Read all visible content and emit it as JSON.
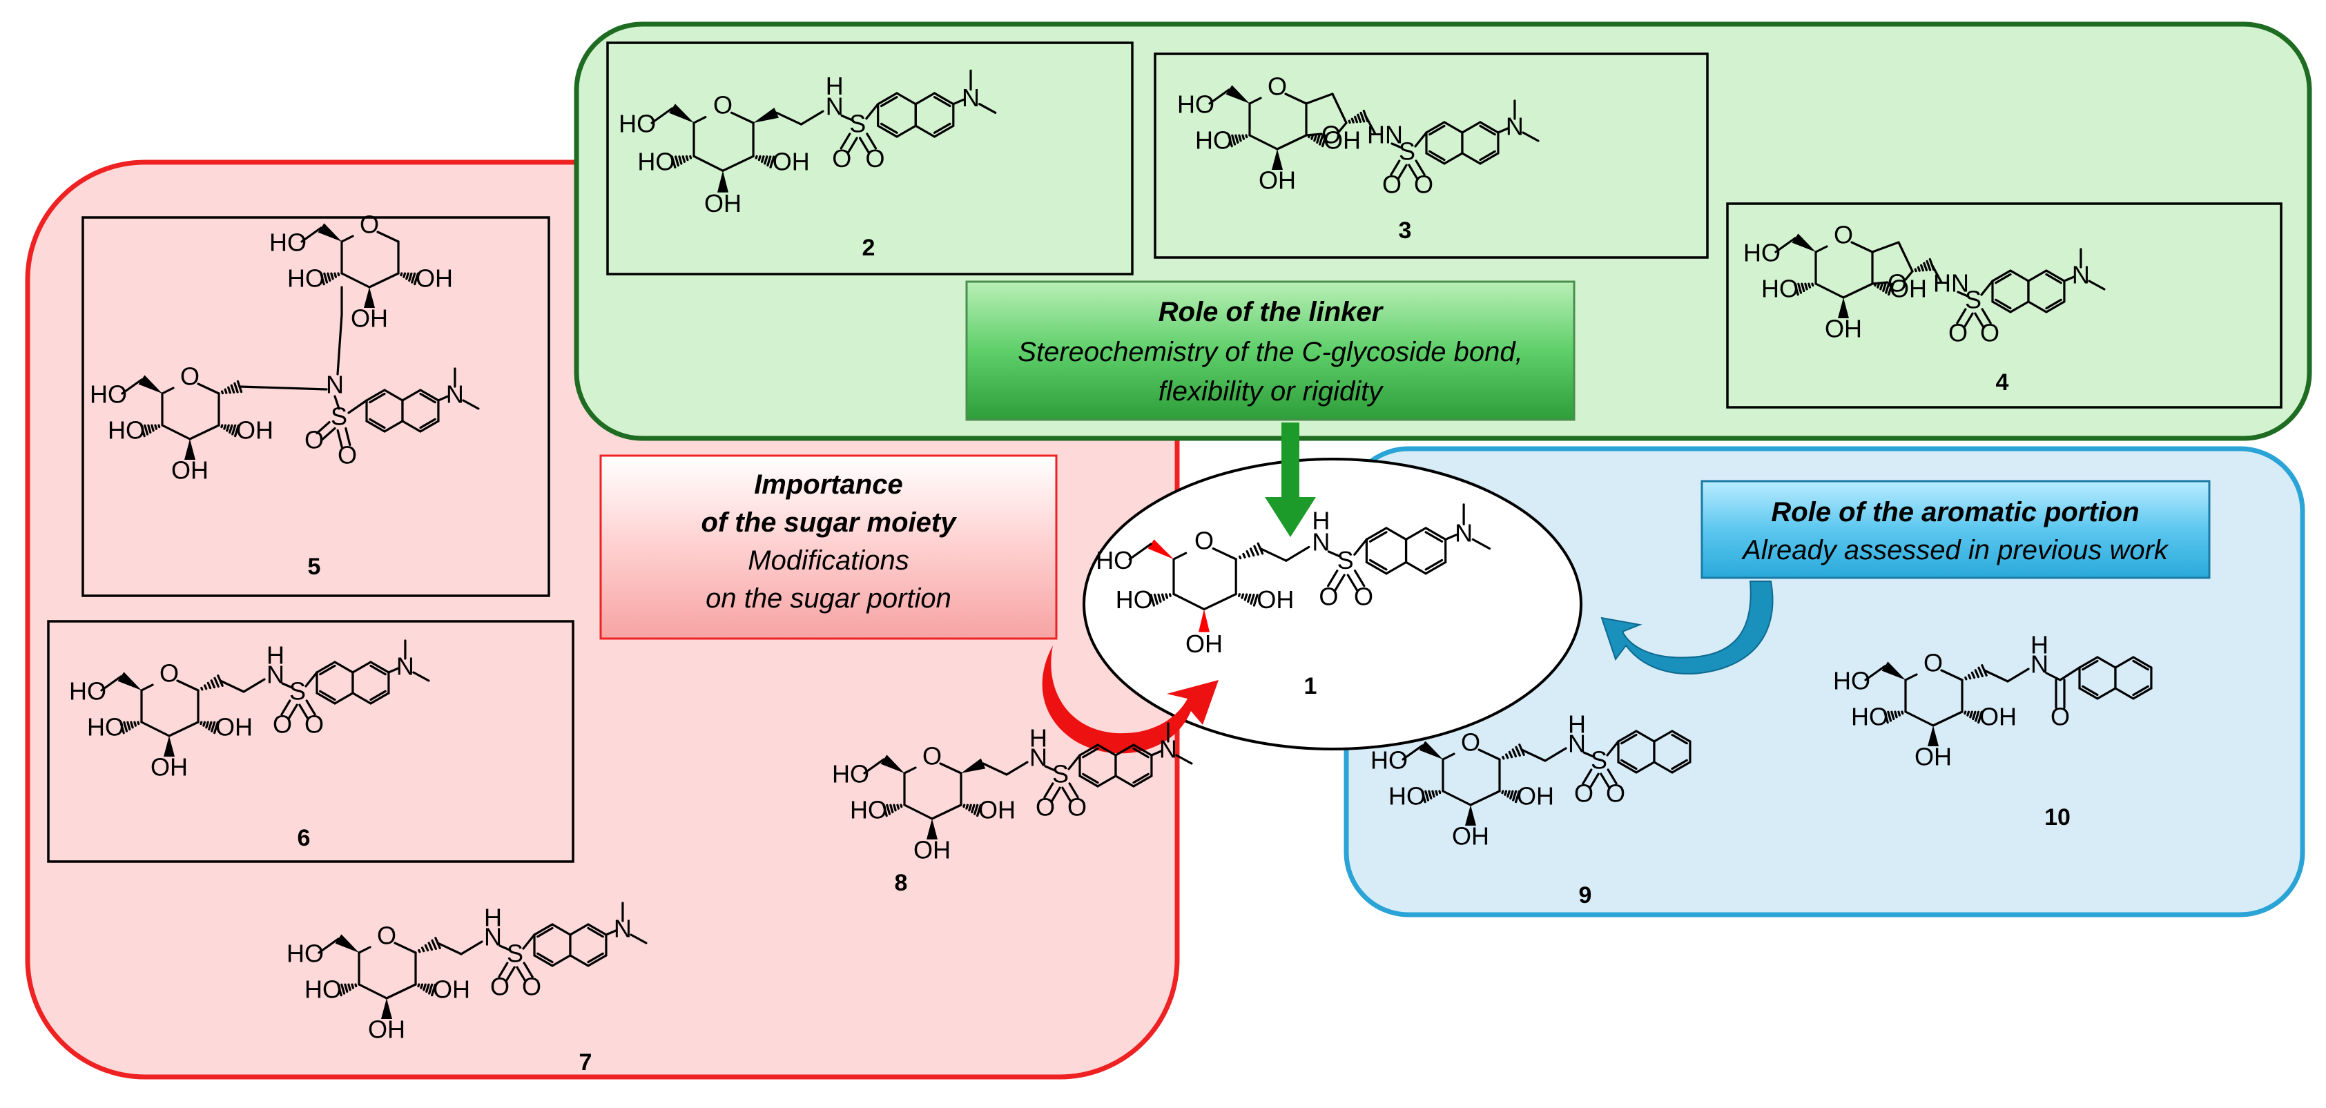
{
  "colors": {
    "green_panel": "#d3f2cf",
    "green_border": "#1e6b22",
    "red_panel": "#fdd9d9",
    "red_border": "#ee2222",
    "blue_panel": "#d8ecf8",
    "blue_border": "#2aa3d6",
    "sugar_red": "#ff0000",
    "aromatic_blue": "#0000ff"
  },
  "linker_box": {
    "title": "Role of the linker",
    "line1": "Stereochemistry of the C-glycoside bond,",
    "line2": "flexibility or rigidity"
  },
  "sugar_box": {
    "title1": "Importance",
    "title2": "of the sugar moiety",
    "line1": "Modifications",
    "line2": "on the sugar portion"
  },
  "aromatic_box": {
    "title": "Role of the aromatic portion",
    "line1": "Already assessed in previous work"
  },
  "compounds": {
    "c1": "1",
    "c2": "2",
    "c3": "3",
    "c4": "4",
    "c5": "5",
    "c6": "6",
    "c7": "7",
    "c8": "8",
    "c9": "9",
    "c10": "10"
  },
  "atoms": {
    "HO": "HO",
    "OH": "OH",
    "O": "O",
    "N": "N",
    "H": "H",
    "S": "S",
    "NH": "NH",
    "HN": "HN"
  }
}
